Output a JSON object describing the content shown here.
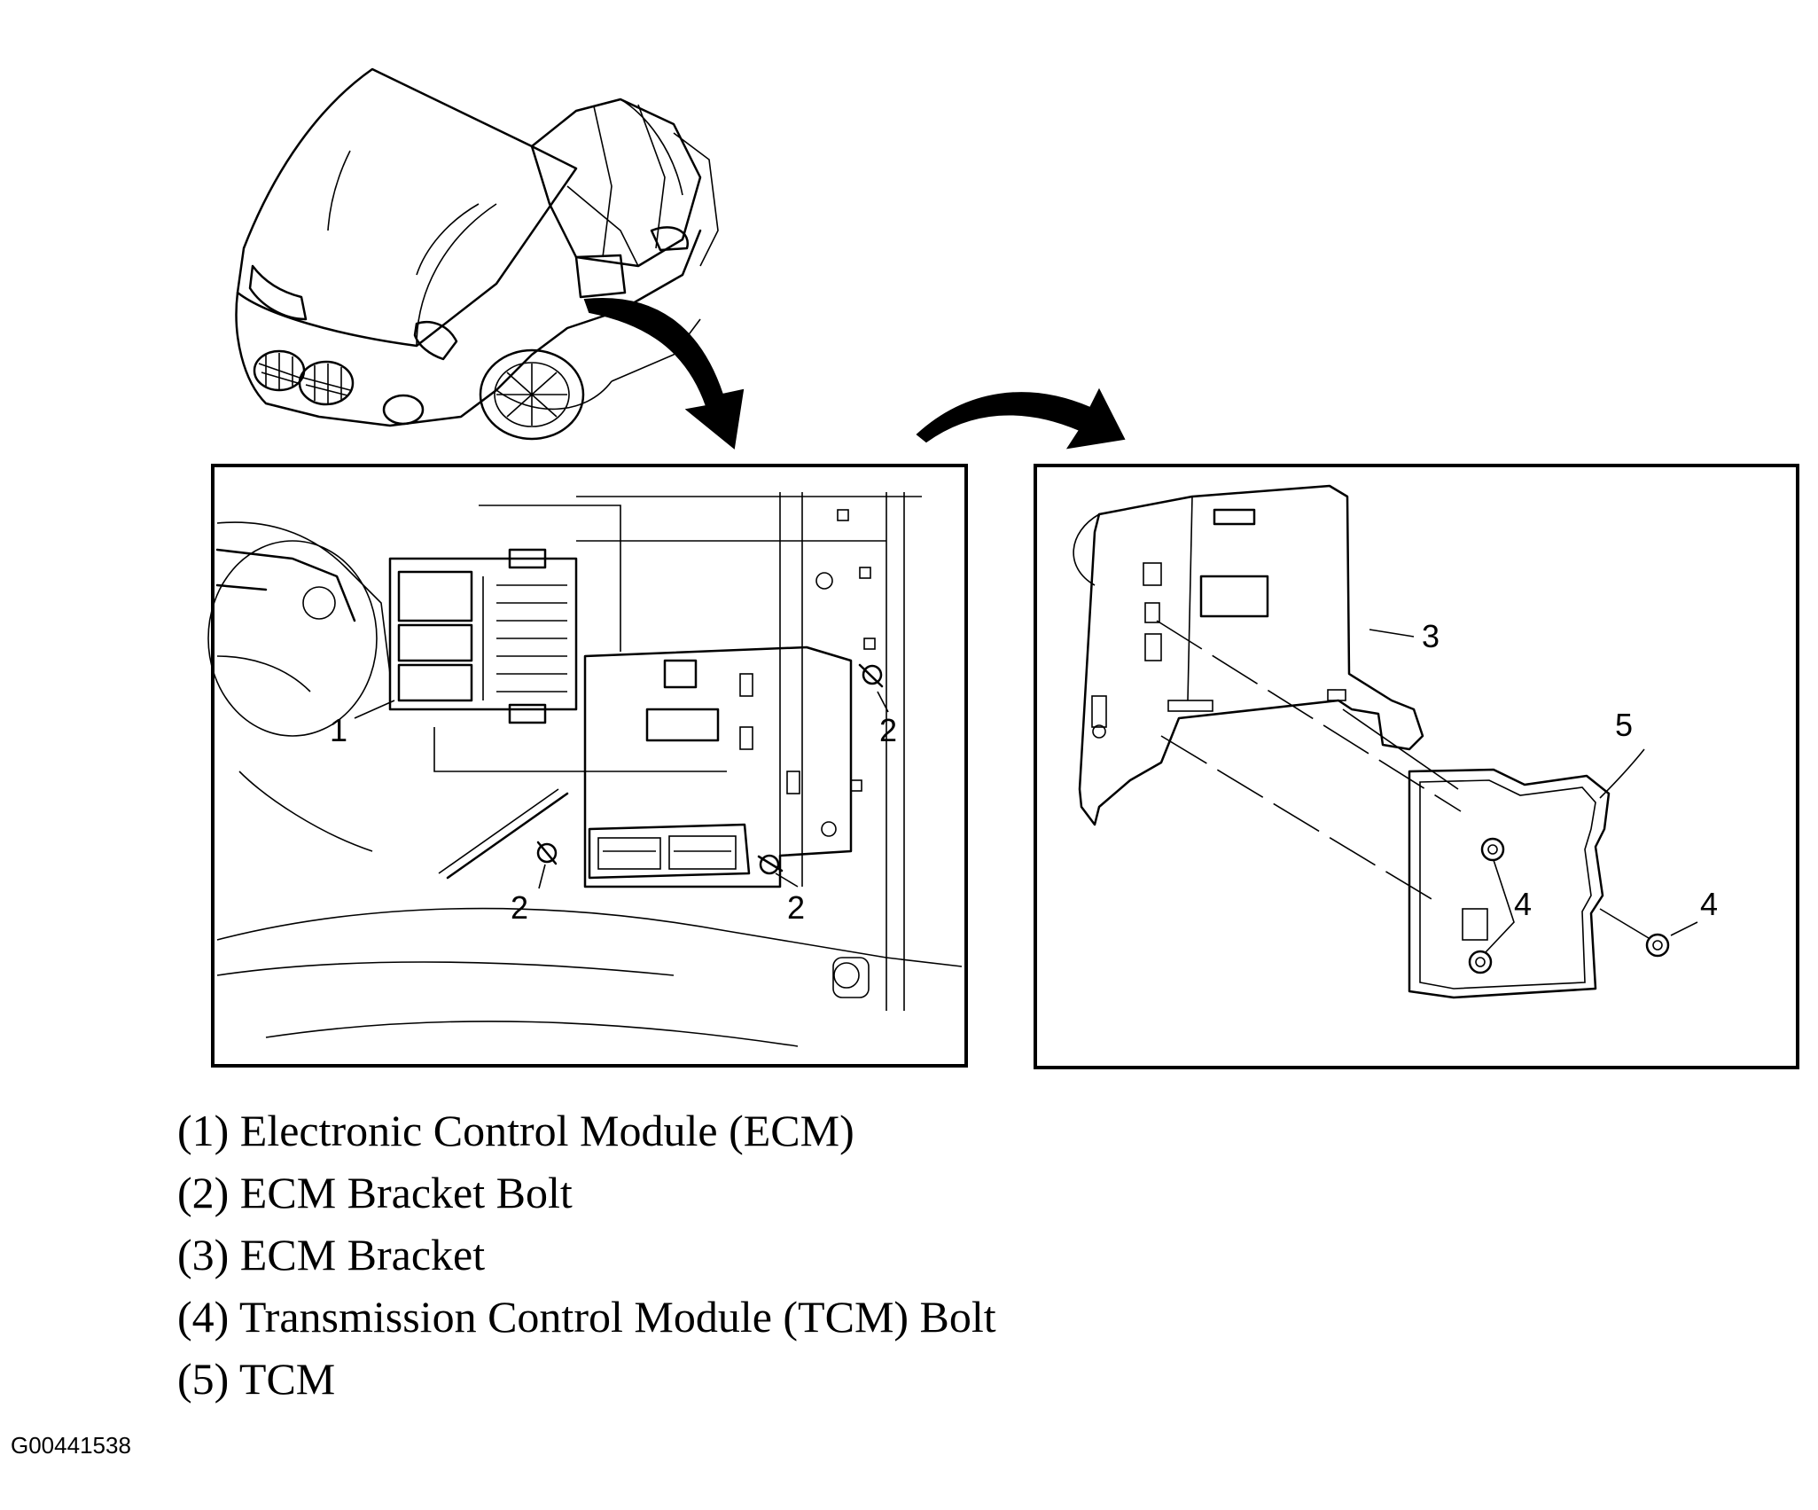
{
  "callouts": {
    "ecm": "1",
    "bolt_a": "2",
    "bolt_b": "2",
    "bolt_c": "2",
    "bracket": "3",
    "tcm": "5",
    "tcm_bolt_a": "4",
    "tcm_bolt_b": "4"
  },
  "legend": [
    "(1) Electronic Control Module (ECM)",
    "(2) ECM Bracket Bolt",
    "(3) ECM Bracket",
    "(4) Transmission Control Module (TCM) Bolt",
    "(5) TCM"
  ],
  "figure_id": "G00441538"
}
